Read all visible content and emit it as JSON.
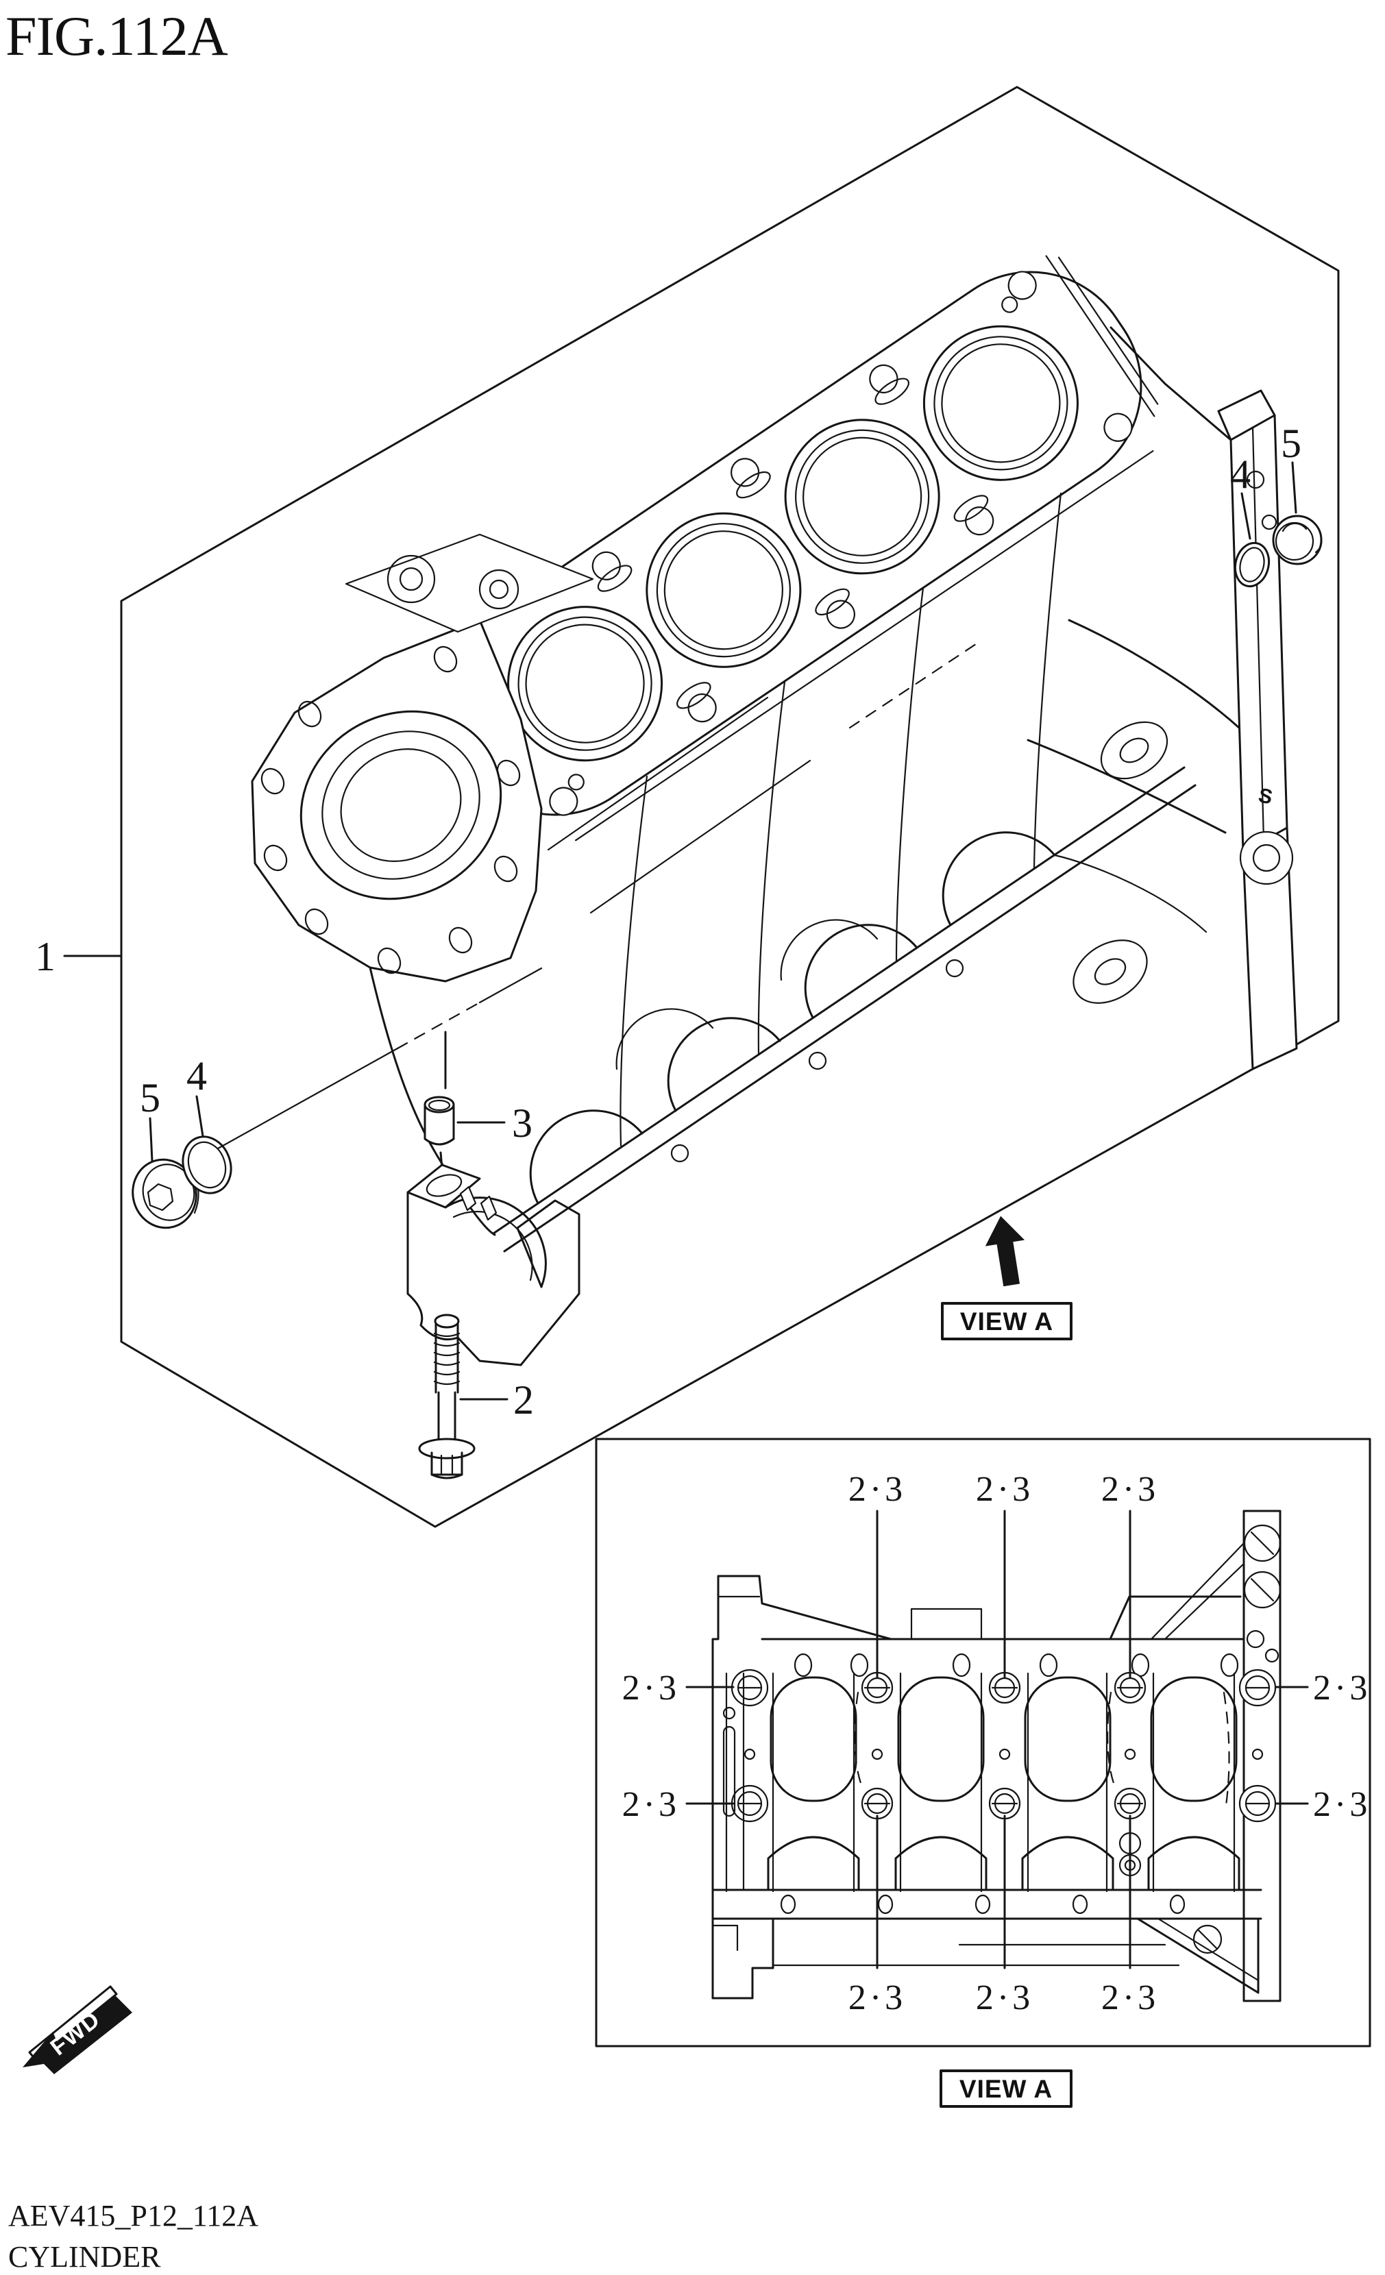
{
  "title": "FIG.112A",
  "callouts": {
    "c1": "1",
    "c2": "2",
    "c3": "3",
    "c4": "4",
    "c5": "5",
    "bolt_pair": "2·3"
  },
  "views": {
    "view_a_label": "VIEW A",
    "fwd_label": "FWD"
  },
  "diagram": {
    "brand_mark": "S"
  },
  "footer": {
    "code": "AEV415_P12_112A",
    "part_name": "CYLINDER"
  },
  "colors": {
    "ink": "#151515",
    "paper": "#ffffff"
  }
}
